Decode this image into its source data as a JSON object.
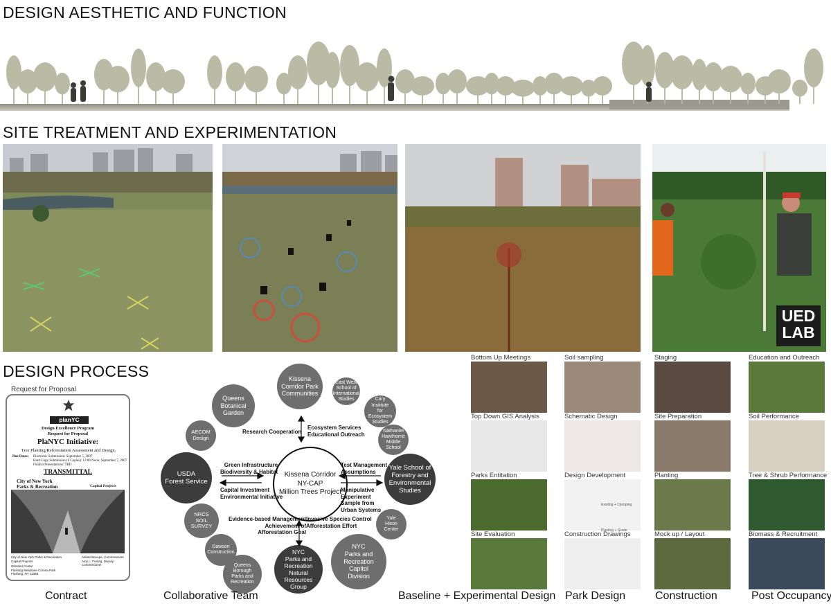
{
  "headings": {
    "aesthetic": "DESIGN AESTHETIC AND FUNCTION",
    "treatment": "SITE TREATMENT AND EXPERIMENTATION",
    "process": "DESIGN PROCESS"
  },
  "logo": {
    "line1": "UED",
    "line2": "LAB"
  },
  "rfp": {
    "label": "Request for Proposal",
    "brand": "planYC",
    "program": "Design Excellence Program",
    "subprogram": "Request for Proposal",
    "initiative": "PlaNYC Initiative:",
    "project": "Tree Planting/Reforestation Assessment and Design.",
    "due_label": "Due Dates:",
    "due1": "Electronic Submission: September 5, 2007",
    "due2": "Hard Copy Submission (6 Copies): 12:00 Noon, September 7, 2007",
    "due3": "Finalist Presentations: TBD",
    "transmittal": "TRANSMITTAL",
    "city": "City of New York",
    "parks": "Parks & Recreation",
    "capital": "Capital Projects",
    "foot_left1": "City of New York Parks & Recreation",
    "foot_left2": "Capital Projects",
    "foot_left3": "Olmsted Center",
    "foot_left4": "Flushing Meadows-Corona Park",
    "foot_left5": "Flushing, NY 11368",
    "foot_right1": "Adrian Benepe, Commissioner",
    "foot_right2": "Amy L. Freitag, Deputy Commissioner"
  },
  "team": {
    "center": "Kissena Corridor\nNY-CAP\nMillion Trees Project",
    "members": [
      "Kissena\nCorridor Park\nCommunities",
      "East West\nSchool of\nInternational\nStudies",
      "Cary\nInstitute for\nEcosystem\nStudies",
      "Nathaniel\nHawthorne\nMiddle\nSchool",
      "Yale School of\nForestry and\nEnvironmental\nStudies",
      "Yale\nHixon\nCenter",
      "NYC\nParks and\nRecreation\nCapitol\nDivision",
      "NYC\nParks and\nRecreation\nNatural\nResources\nGroup",
      "Queens\nBorough\nParks and\nRecreation",
      "Dawson\nConstruction",
      "NRCS\nSOIL\nSURVEY",
      "USDA\nForest Service",
      "AECOM\nDesign",
      "Queens\nBotanical\nGarden"
    ],
    "arrows": {
      "top_left": "Research Cooperation",
      "top_right": "Ecosystem Services\nEducational Outreach",
      "left_top": "Green Infrastructure\nBiodiversity & Habitat",
      "left_bottom": "Capital Investment\nEnvironmental Initiative",
      "right_top": "Test  Management\nAssumptions",
      "right_bottom": "Manipulative\nExperiment\nSample from\nUrban Systems",
      "bottom_left": "Evidence-based Management\nAchievement of\nAfforestation Goal",
      "bottom_right": "Invasive Species Control\nAfforestation Effort"
    }
  },
  "thumbs": {
    "col1": [
      "Bottom Up Meetings",
      "Top Down GIS Analysis",
      "Parks Entitation",
      "Site Evaluation"
    ],
    "col2": [
      "Soil sampling",
      "Schematic Design",
      "Design Development",
      "Construction Drawings"
    ],
    "col3": [
      "Staging",
      "Site Preparation",
      "Planting",
      "Mock up / Layout"
    ],
    "col4": [
      "Education and Outreach",
      "Soil Performance",
      "Tree & Shrub Performance",
      "Biomass & Recruitment"
    ]
  },
  "dd_sketch": {
    "a": "Existing + Clumping",
    "b": "Planting + Grade"
  },
  "captions": {
    "contract": "Contract",
    "team": "Collaborative Team",
    "baseline": "Baseline + Experimental Design",
    "park": "Park Design",
    "construction": "Construction",
    "post": "Post Occupancy"
  },
  "colors": {
    "tree": "#b7b8a0",
    "ground": "#77776c",
    "circle_dark": "#3c3c3c",
    "circle_mid": "#6e6e6e",
    "circle_light": "#8f8f8f"
  }
}
